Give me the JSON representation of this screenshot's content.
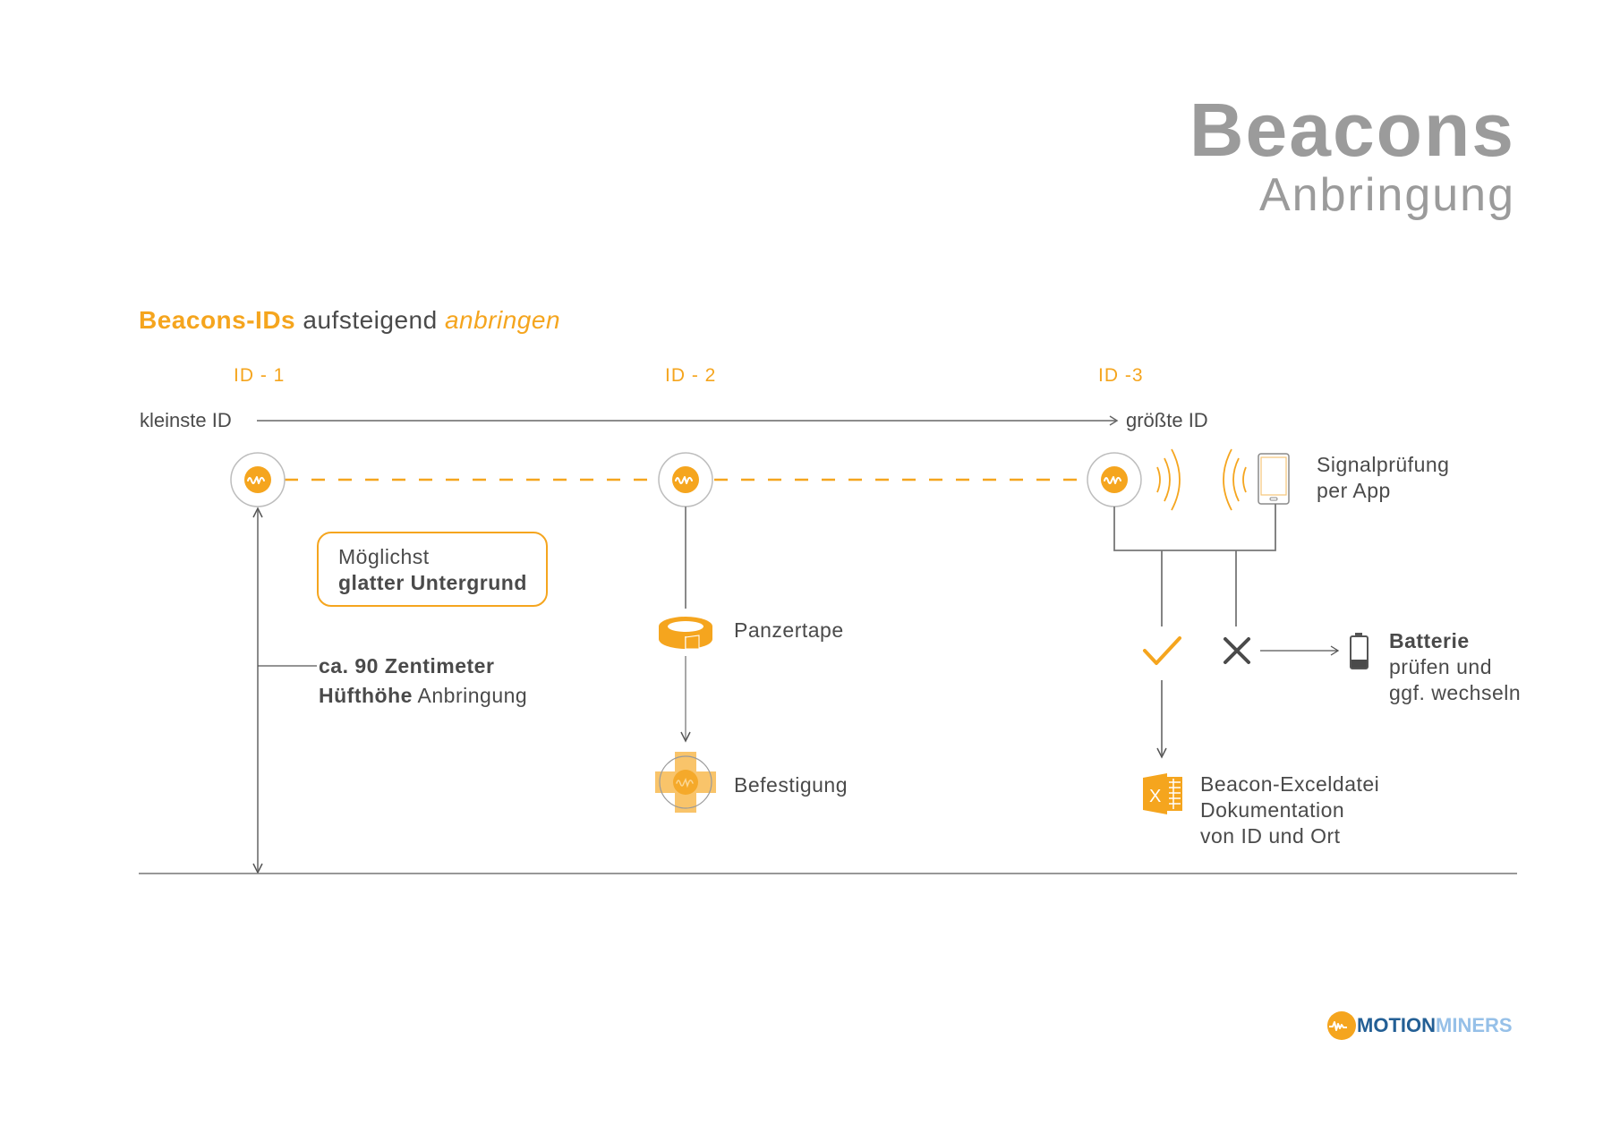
{
  "header": {
    "title": "Beacons",
    "subtitle": "Anbringung"
  },
  "section": {
    "title_bold": "Beacons-IDs",
    "title_middle": " aufsteigend ",
    "title_italic": "anbringen"
  },
  "ids": [
    {
      "label": "ID - 1"
    },
    {
      "label": "ID - 2"
    },
    {
      "label": "ID -3"
    }
  ],
  "axis": {
    "start_label": "kleinste ID",
    "end_label": "größte ID"
  },
  "surface_note": {
    "line1": "Möglichst",
    "line2": "glatter Untergrund"
  },
  "height_note": {
    "value": "ca. 90 Zentimeter",
    "desc_bold": "Hüfthöhe",
    "desc_rest": " Anbringung"
  },
  "steps": {
    "tape": "Panzertape",
    "mount": "Befestigung"
  },
  "signal_check": {
    "title": "Signalprüfung",
    "subtitle": "per App"
  },
  "battery": {
    "title": "Batterie",
    "line2": "prüfen und",
    "line3": "ggf. wechseln"
  },
  "excel": {
    "title": "Beacon-Exceldatei",
    "line2": "Dokumentation",
    "line3": "von ID und Ort",
    "icon_letter": "X"
  },
  "logo": {
    "part1": "MOTION",
    "part2": "MINERS"
  },
  "colors": {
    "accent": "#f5a51e",
    "text": "#4a4a4a",
    "title_grey": "#9b9b9b",
    "line_grey": "#777777",
    "logo_dark": "#235f95",
    "logo_light": "#96c0e8"
  },
  "icons": {
    "beacon": "beacon-wave-icon",
    "tape": "tape-roll-icon",
    "mount": "taped-beacon-icon",
    "phone": "smartphone-icon",
    "signal": "signal-waves-icon",
    "check": "checkmark-icon",
    "cross": "cross-icon",
    "battery": "battery-low-icon",
    "excel": "excel-file-icon"
  }
}
